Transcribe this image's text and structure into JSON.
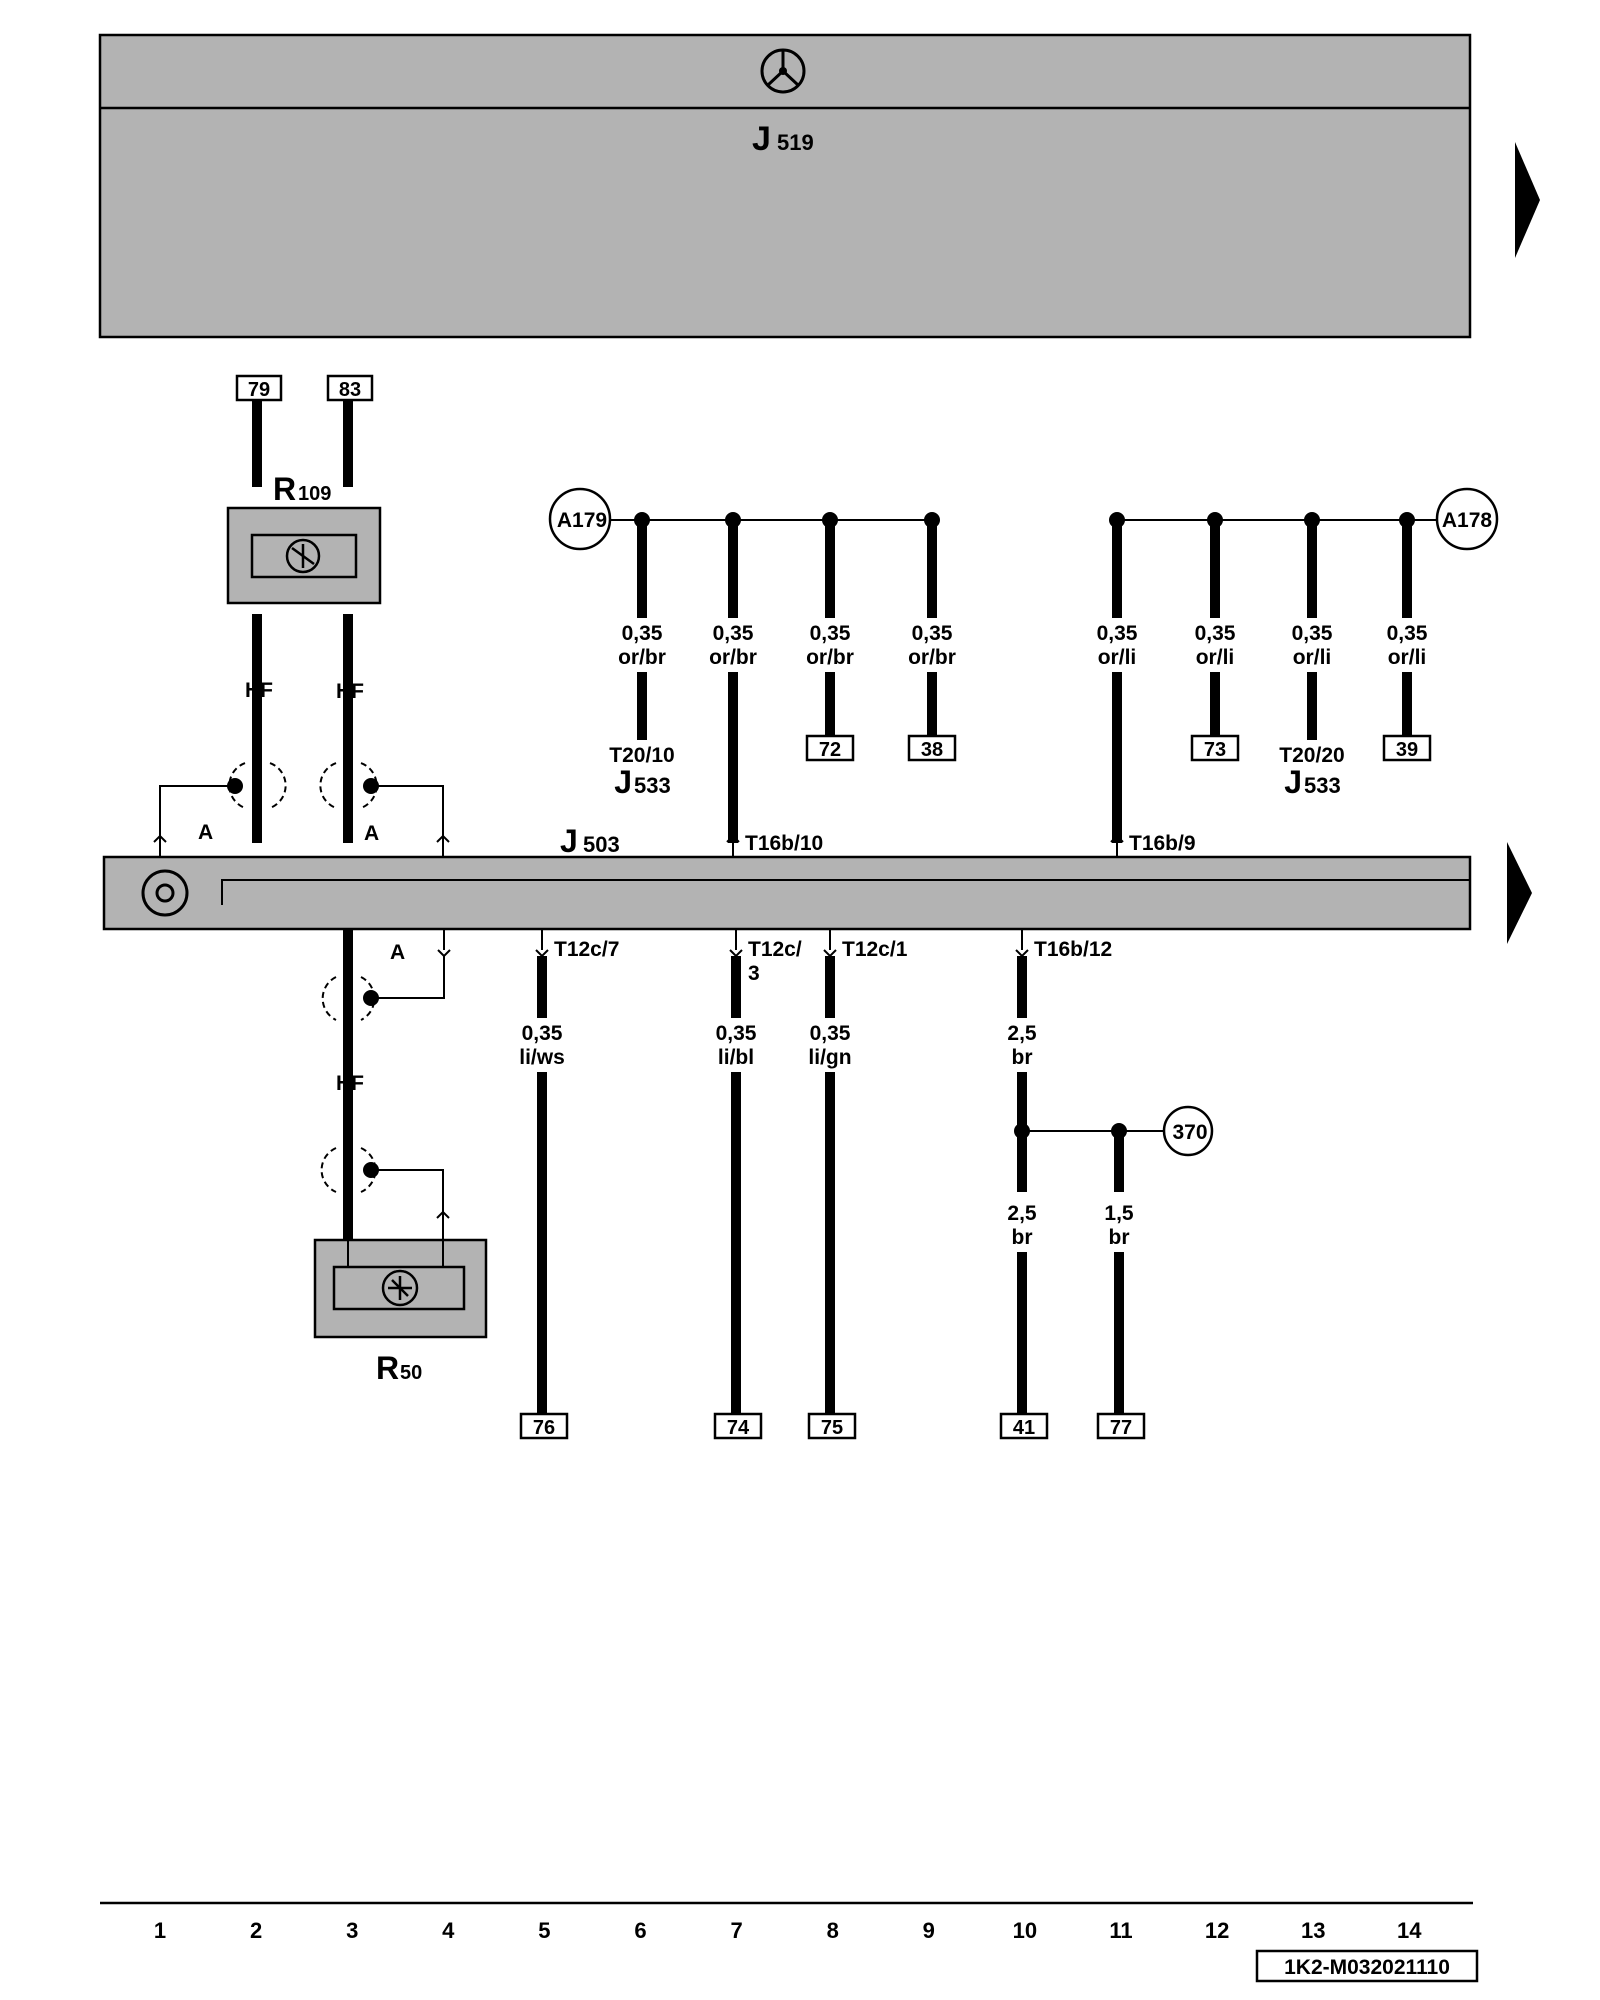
{
  "header": {
    "module_label": "J",
    "module_sub": "519",
    "icon": "steering-wheel-icon"
  },
  "bus": {
    "label": "J",
    "label_sub": "503",
    "icon": "radio-icon",
    "next_arrow": "continue-arrow"
  },
  "airbag_upper": {
    "label": "R",
    "label_sub": "109",
    "icon": "antenna-icon",
    "refs": [
      "79",
      "83"
    ],
    "cable_labels": [
      "HF",
      "HF"
    ],
    "shield_labels": [
      "A",
      "A"
    ]
  },
  "airbag_lower": {
    "label": "R",
    "label_sub": "50",
    "icon": "antenna-icon",
    "cable_label": "HF",
    "shield_label": "A"
  },
  "nodes": {
    "left": "A179",
    "right": "A178",
    "ground": "370"
  },
  "upper_wires": [
    {
      "size": "0,35",
      "color": "or/br",
      "end": "T20/10",
      "module": "J",
      "module_sub": "533"
    },
    {
      "size": "0,35",
      "color": "or/br",
      "end": "T16b/10"
    },
    {
      "size": "0,35",
      "color": "or/br",
      "ref": "72"
    },
    {
      "size": "0,35",
      "color": "or/br",
      "ref": "38"
    },
    {
      "size": "0,35",
      "color": "or/li",
      "end": "T16b/9"
    },
    {
      "size": "0,35",
      "color": "or/li",
      "ref": "73"
    },
    {
      "size": "0,35",
      "color": "or/li",
      "end": "T20/20",
      "module": "J",
      "module_sub": "533"
    },
    {
      "size": "0,35",
      "color": "or/li",
      "ref": "39"
    }
  ],
  "lower_wires": [
    {
      "pin": "T12c/7",
      "size": "0,35",
      "color": "li/ws",
      "ref": "76"
    },
    {
      "pin": "T12c/",
      "pin2": "3",
      "size": "0,35",
      "color": "li/bl",
      "ref": "74"
    },
    {
      "pin": "T12c/1",
      "size": "0,35",
      "color": "li/gn",
      "ref": "75"
    },
    {
      "pin": "T16b/12",
      "size": "2,5",
      "color": "br",
      "size2": "2,5",
      "color2": "br",
      "ref": "41"
    },
    {
      "size": "1,5",
      "color": "br",
      "ref": "77"
    }
  ],
  "footer": {
    "columns": [
      "1",
      "2",
      "3",
      "4",
      "5",
      "6",
      "7",
      "8",
      "9",
      "10",
      "11",
      "12",
      "13",
      "14"
    ],
    "drawing_id": "1K2-M032021110"
  }
}
